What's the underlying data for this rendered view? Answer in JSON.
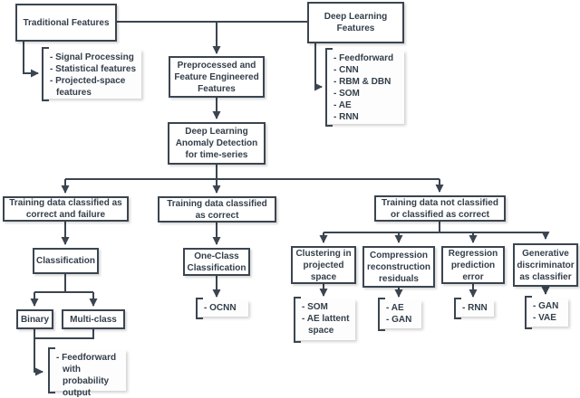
{
  "diagram": {
    "title": "Deep Learning Anomaly Detection taxonomy flowchart",
    "colors": {
      "line": "#3b4550",
      "text": "#333e4a",
      "node_fill": "#ffffff",
      "list_fill": "#fdfdfd",
      "background": "#ffffff"
    },
    "nodes": {
      "traditional": "Traditional Features",
      "deep_features": "Deep Learning Features",
      "preprocessed": "Preprocessed and Feature Engineered Features",
      "anomaly_detection": "Deep Learning Anomaly Detection for time-series",
      "train_correct_failure": "Training data classified as correct and failure",
      "train_correct": "Training data classified as correct",
      "train_not_classified": "Training data not classified or classified as correct",
      "classification": "Classification",
      "binary": "Binary",
      "multi_class": "Multi-class",
      "one_class": "One-Class Classification",
      "clustering": "Clustering in projected space",
      "compression": "Compression reconstruction residuals",
      "regression": "Regression prediction error",
      "generative": "Generative discriminator as classifier"
    },
    "lists": {
      "traditional_methods": {
        "items": [
          "- Signal Processing",
          "- Statistical features",
          "- Projected-space features"
        ]
      },
      "deep_methods": {
        "items": [
          "- Feedforward",
          "- CNN",
          "- RBM & DBN",
          "- SOM",
          "- AE",
          "- RNN"
        ]
      },
      "one_class_methods": {
        "items": [
          "- OCNN"
        ]
      },
      "probability_methods": {
        "items": [
          "- Feedforward with probability output"
        ]
      },
      "clustering_methods": {
        "items": [
          "- SOM",
          "- AE lattent space"
        ]
      },
      "compression_methods": {
        "items": [
          "- AE",
          "- GAN"
        ]
      },
      "regression_methods": {
        "items": [
          "- RNN"
        ]
      },
      "generative_methods": {
        "items": [
          "- GAN",
          "- VAE"
        ]
      }
    }
  }
}
